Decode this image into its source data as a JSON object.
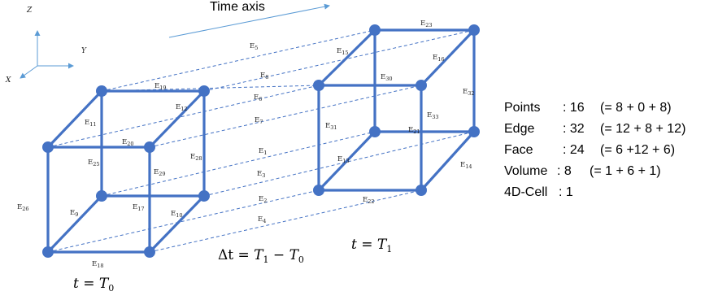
{
  "axes": {
    "z": "Z",
    "y": "Y",
    "x": "X"
  },
  "time_axis_label": "Time axis",
  "edges": [
    "E1",
    "E2",
    "E3",
    "E4",
    "E5",
    "E6",
    "E7",
    "E8",
    "E9",
    "E10",
    "E11",
    "E12",
    "E13",
    "E14",
    "E15",
    "E16",
    "E17",
    "E18",
    "E19",
    "E20",
    "E21",
    "E22",
    "E23",
    "E25",
    "E26",
    "E28",
    "E29",
    "E30",
    "E31",
    "E32",
    "E33"
  ],
  "labels": {
    "t0": {
      "lhs": "t",
      "rhs": "T",
      "sub": "0"
    },
    "dt": {
      "lhs": "Δt",
      "a": "T",
      "a_sub": "1",
      "b": "T",
      "b_sub": "0"
    },
    "t1": {
      "lhs": "t",
      "rhs": "T",
      "sub": "1"
    }
  },
  "stats": [
    {
      "name": "Points",
      "sep": ": ",
      "value": "16",
      "detail": "(= 8 + 0 + 8)"
    },
    {
      "name": "Edge",
      "sep": ": ",
      "value": "32",
      "detail": "(= 12 + 8 + 12)"
    },
    {
      "name": "Face",
      "sep": ": ",
      "value": "24",
      "detail": "(= 6 +12 + 6)"
    },
    {
      "name": "Volume",
      "sep": ": ",
      "value": "8",
      "detail": "(= 1 + 6 + 1)"
    },
    {
      "name": "4D-Cell",
      "sep": ": ",
      "value": "1",
      "detail": ""
    }
  ],
  "colors": {
    "edge": "#4472C4",
    "axis": "#5B9BD5",
    "text": "#000000"
  }
}
